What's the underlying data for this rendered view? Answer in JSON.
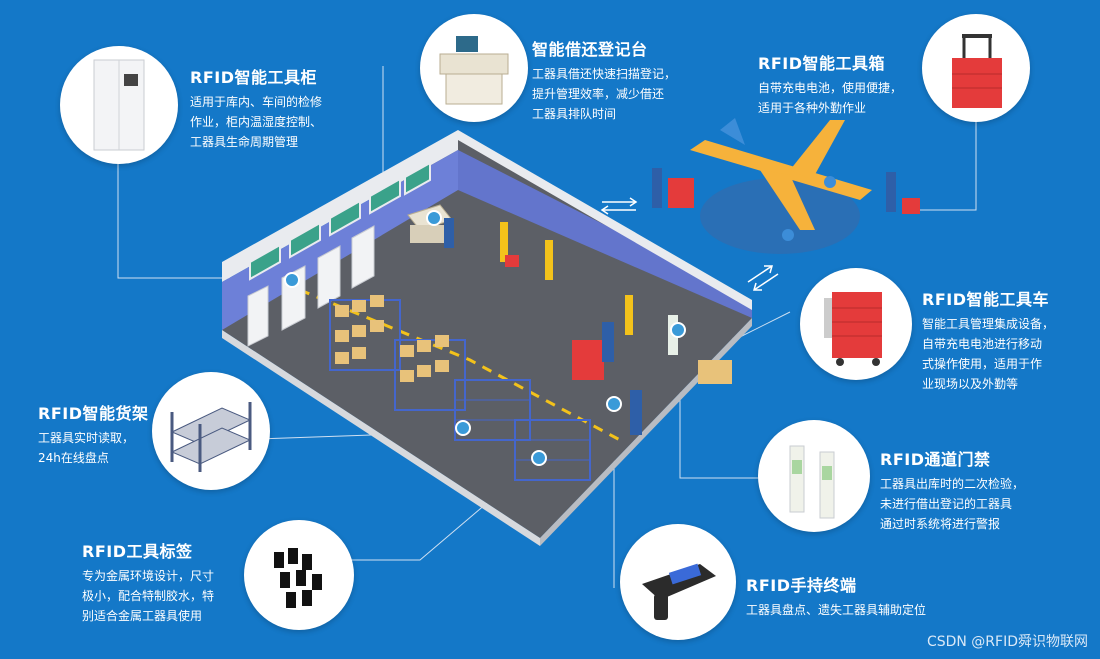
{
  "callouts": {
    "cabinet": {
      "title": "RFID智能工具柜",
      "lines": [
        "适用于库内、车间的检修",
        "作业，柜内温湿度控制、",
        "工器具生命周期管理"
      ]
    },
    "desk": {
      "title": "智能借还登记台",
      "lines": [
        "工器具借还快速扫描登记，",
        "提升管理效率，减少借还",
        "工器具排队时间"
      ]
    },
    "toolbox": {
      "title": "RFID智能工具箱",
      "lines": [
        "自带充电电池，使用便捷，",
        "适用于各种外勤作业"
      ]
    },
    "cart": {
      "title": "RFID智能工具车",
      "lines": [
        "智能工具管理集成设备，",
        "自带充电电池进行移动",
        "式操作使用，适用于作",
        "业现场以及外勤等"
      ]
    },
    "shelf": {
      "title": "RFID智能货架",
      "lines": [
        "工器具实时读取，",
        "24h在线盘点"
      ]
    },
    "gate": {
      "title": "RFID通道门禁",
      "lines": [
        "工器具出库时的二次检验，",
        "未进行借出登记的工器具",
        "通过时系统将进行警报"
      ]
    },
    "tag": {
      "title": "RFID工具标签",
      "lines": [
        "专为金属环境设计，尺寸",
        "极小，配合特制胶水，特",
        "别适合金属工器具使用"
      ]
    },
    "handheld": {
      "title": "RFID手持终端",
      "lines": [
        "工器具盘点、遗失工器具辅助定位"
      ]
    }
  },
  "watermark": "CSDN @RFID舜识物联网",
  "colors": {
    "background": "#1478c8",
    "floor": "#5a5d63",
    "wall": "#6b7fd6",
    "accent_red": "#e43b3b",
    "plane": "#f6b23b"
  }
}
